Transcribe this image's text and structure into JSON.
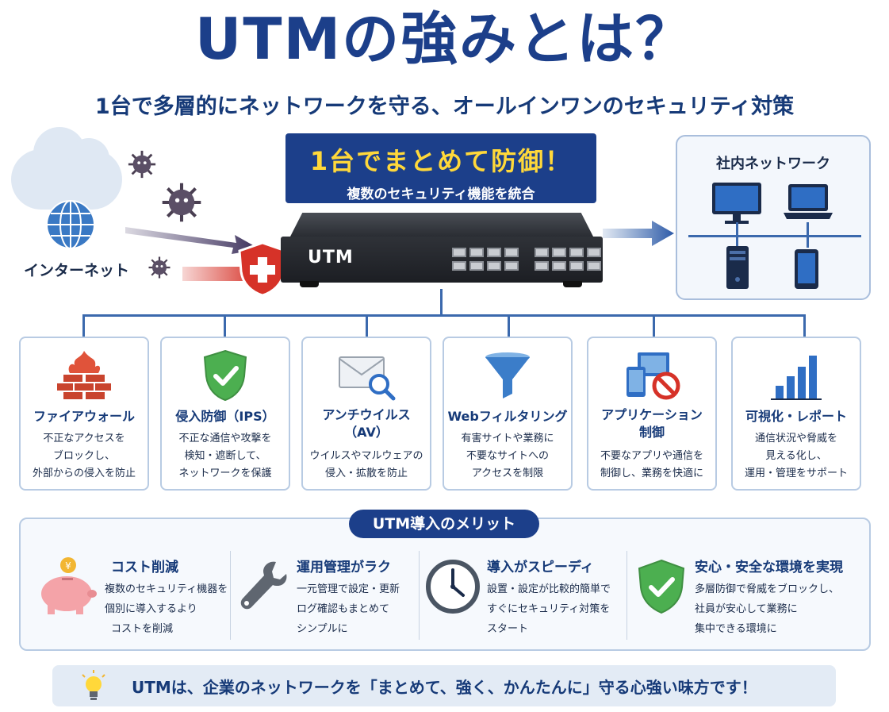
{
  "header": {
    "title_pre": "UTMの",
    "title_highlight": "強み",
    "title_post": "とは？",
    "subtitle": "1台で多層的にネットワークを守る、オールインワンのセキュリティ対策"
  },
  "internet": {
    "label": "インターネット"
  },
  "banner": {
    "title": "1台でまとめて防御！",
    "subtitle": "複数のセキュリティ機能を統合"
  },
  "device": {
    "label": "UTM"
  },
  "network": {
    "title": "社内ネットワーク"
  },
  "features": [
    {
      "title": "ファイアウォール",
      "desc": [
        "不正なアクセスを",
        "ブロックし、",
        "外部からの侵入を防止"
      ]
    },
    {
      "title": "侵入防御（IPS）",
      "desc": [
        "不正な通信や攻撃を",
        "検知・遮断して、",
        "ネットワークを保護"
      ]
    },
    {
      "title_1": "アンチウイルス",
      "title_2": "（AV）",
      "desc": [
        "ウイルスやマルウェアの",
        "侵入・拡散を防止"
      ]
    },
    {
      "title": "Webフィルタリング",
      "desc": [
        "有害サイトや業務に",
        "不要なサイトへの",
        "アクセスを制限"
      ]
    },
    {
      "title_1": "アプリケーション",
      "title_2": "制御",
      "desc": [
        "不要なアプリや通信を",
        "制御し、業務を快適に"
      ]
    },
    {
      "title": "可視化・レポート",
      "desc": [
        "通信状況や脅威を",
        "見える化し、",
        "運用・管理をサポート"
      ]
    }
  ],
  "merits": {
    "heading": "UTM導入のメリット",
    "items": [
      {
        "title": "コスト削減",
        "desc": [
          "複数のセキュリティ機器を",
          "個別に導入するより",
          "コストを削減"
        ]
      },
      {
        "title": "運用管理がラク",
        "desc": [
          "一元管理で設定・更新",
          "ログ確認もまとめて",
          "シンプルに"
        ]
      },
      {
        "title": "導入がスピーディ",
        "desc": [
          "設置・設定が比較的簡単で",
          "すぐにセキュリティ対策を",
          "スタート"
        ]
      },
      {
        "title": "安心・安全な環境を実現",
        "desc": [
          "多層防御で脅威をブロックし、",
          "社員が安心して業務に",
          "集中できる環境に"
        ]
      }
    ]
  },
  "footer": {
    "text": "UTMは、企業のネットワークを「まとめて、強く、かんたんに」守る心強い味方です！"
  },
  "colors": {
    "navy": "#1c3f8a",
    "yellow": "#ffd83a",
    "red": "#d63228",
    "green": "#4caf50",
    "border": "#b8cbe3"
  },
  "icons": [
    "globe-icon",
    "virus-icon",
    "shield-plus-icon",
    "monitor-icon",
    "laptop-icon",
    "tower-pc-icon",
    "smartphone-icon",
    "firewall-icon",
    "shield-check-icon",
    "mail-search-icon",
    "filter-funnel-icon",
    "app-block-icon",
    "bar-chart-icon",
    "piggy-bank-icon",
    "wrench-icon",
    "clock-icon",
    "lightbulb-icon"
  ]
}
